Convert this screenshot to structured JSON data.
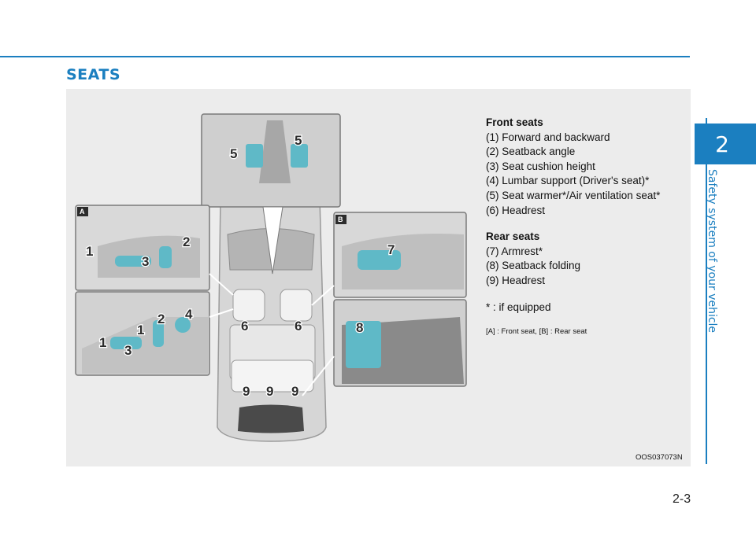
{
  "header": {
    "section_title": "SEATS"
  },
  "sidebar_tab": {
    "chapter_number": "2",
    "chapter_title": "Safety system of your vehicle"
  },
  "page_number": "2-3",
  "figure": {
    "code": "OOS037073N",
    "box_a_label": "A",
    "box_b_label": "B",
    "callouts": {
      "c1": "1",
      "c2": "2",
      "c3": "3",
      "c4": "4",
      "c5": "5",
      "c6": "6",
      "c7": "7",
      "c8": "8",
      "c9": "9"
    },
    "legend": {
      "front_heading": "Front seats",
      "front_items": [
        "(1) Forward and backward",
        "(2) Seatback angle",
        "(3) Seat cushion height",
        "(4) Lumbar support (Driver's seat)*",
        "(5) Seat warmer*/Air ventilation seat*",
        "(6) Headrest"
      ],
      "rear_heading": "Rear seats",
      "rear_items": [
        "(7) Armrest*",
        "(8) Seatback folding",
        "(9) Headrest"
      ],
      "footnote": "* : if equipped",
      "caption": "[A] : Front seat, [B] : Rear seat"
    }
  },
  "colors": {
    "accent": "#1b7fc0",
    "highlight": "#5fb9c7",
    "figure_bg": "#ececec"
  }
}
